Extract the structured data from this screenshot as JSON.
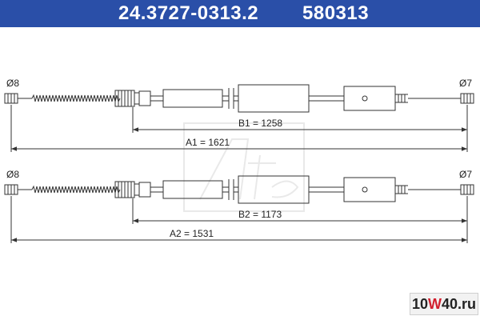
{
  "header": {
    "part_number": "24.3727-0313.2",
    "reference_number": "580313"
  },
  "cables": [
    {
      "left_diameter": "Ø8",
      "right_diameter": "Ø7",
      "inner_dimension": "B1 = 1258",
      "overall_dimension": "A1 = 1621"
    },
    {
      "left_diameter": "Ø8",
      "right_diameter": "Ø7",
      "inner_dimension": "B2 = 1173",
      "overall_dimension": "A2 = 1531"
    }
  ],
  "watermark": {
    "prefix": "10",
    "highlight": "W",
    "suffix": "40",
    "domain": ".ru"
  },
  "colors": {
    "header_bg": "#2a4fa8",
    "header_text": "#ffffff",
    "line": "#333333",
    "watermark_accent": "#d2202f"
  }
}
